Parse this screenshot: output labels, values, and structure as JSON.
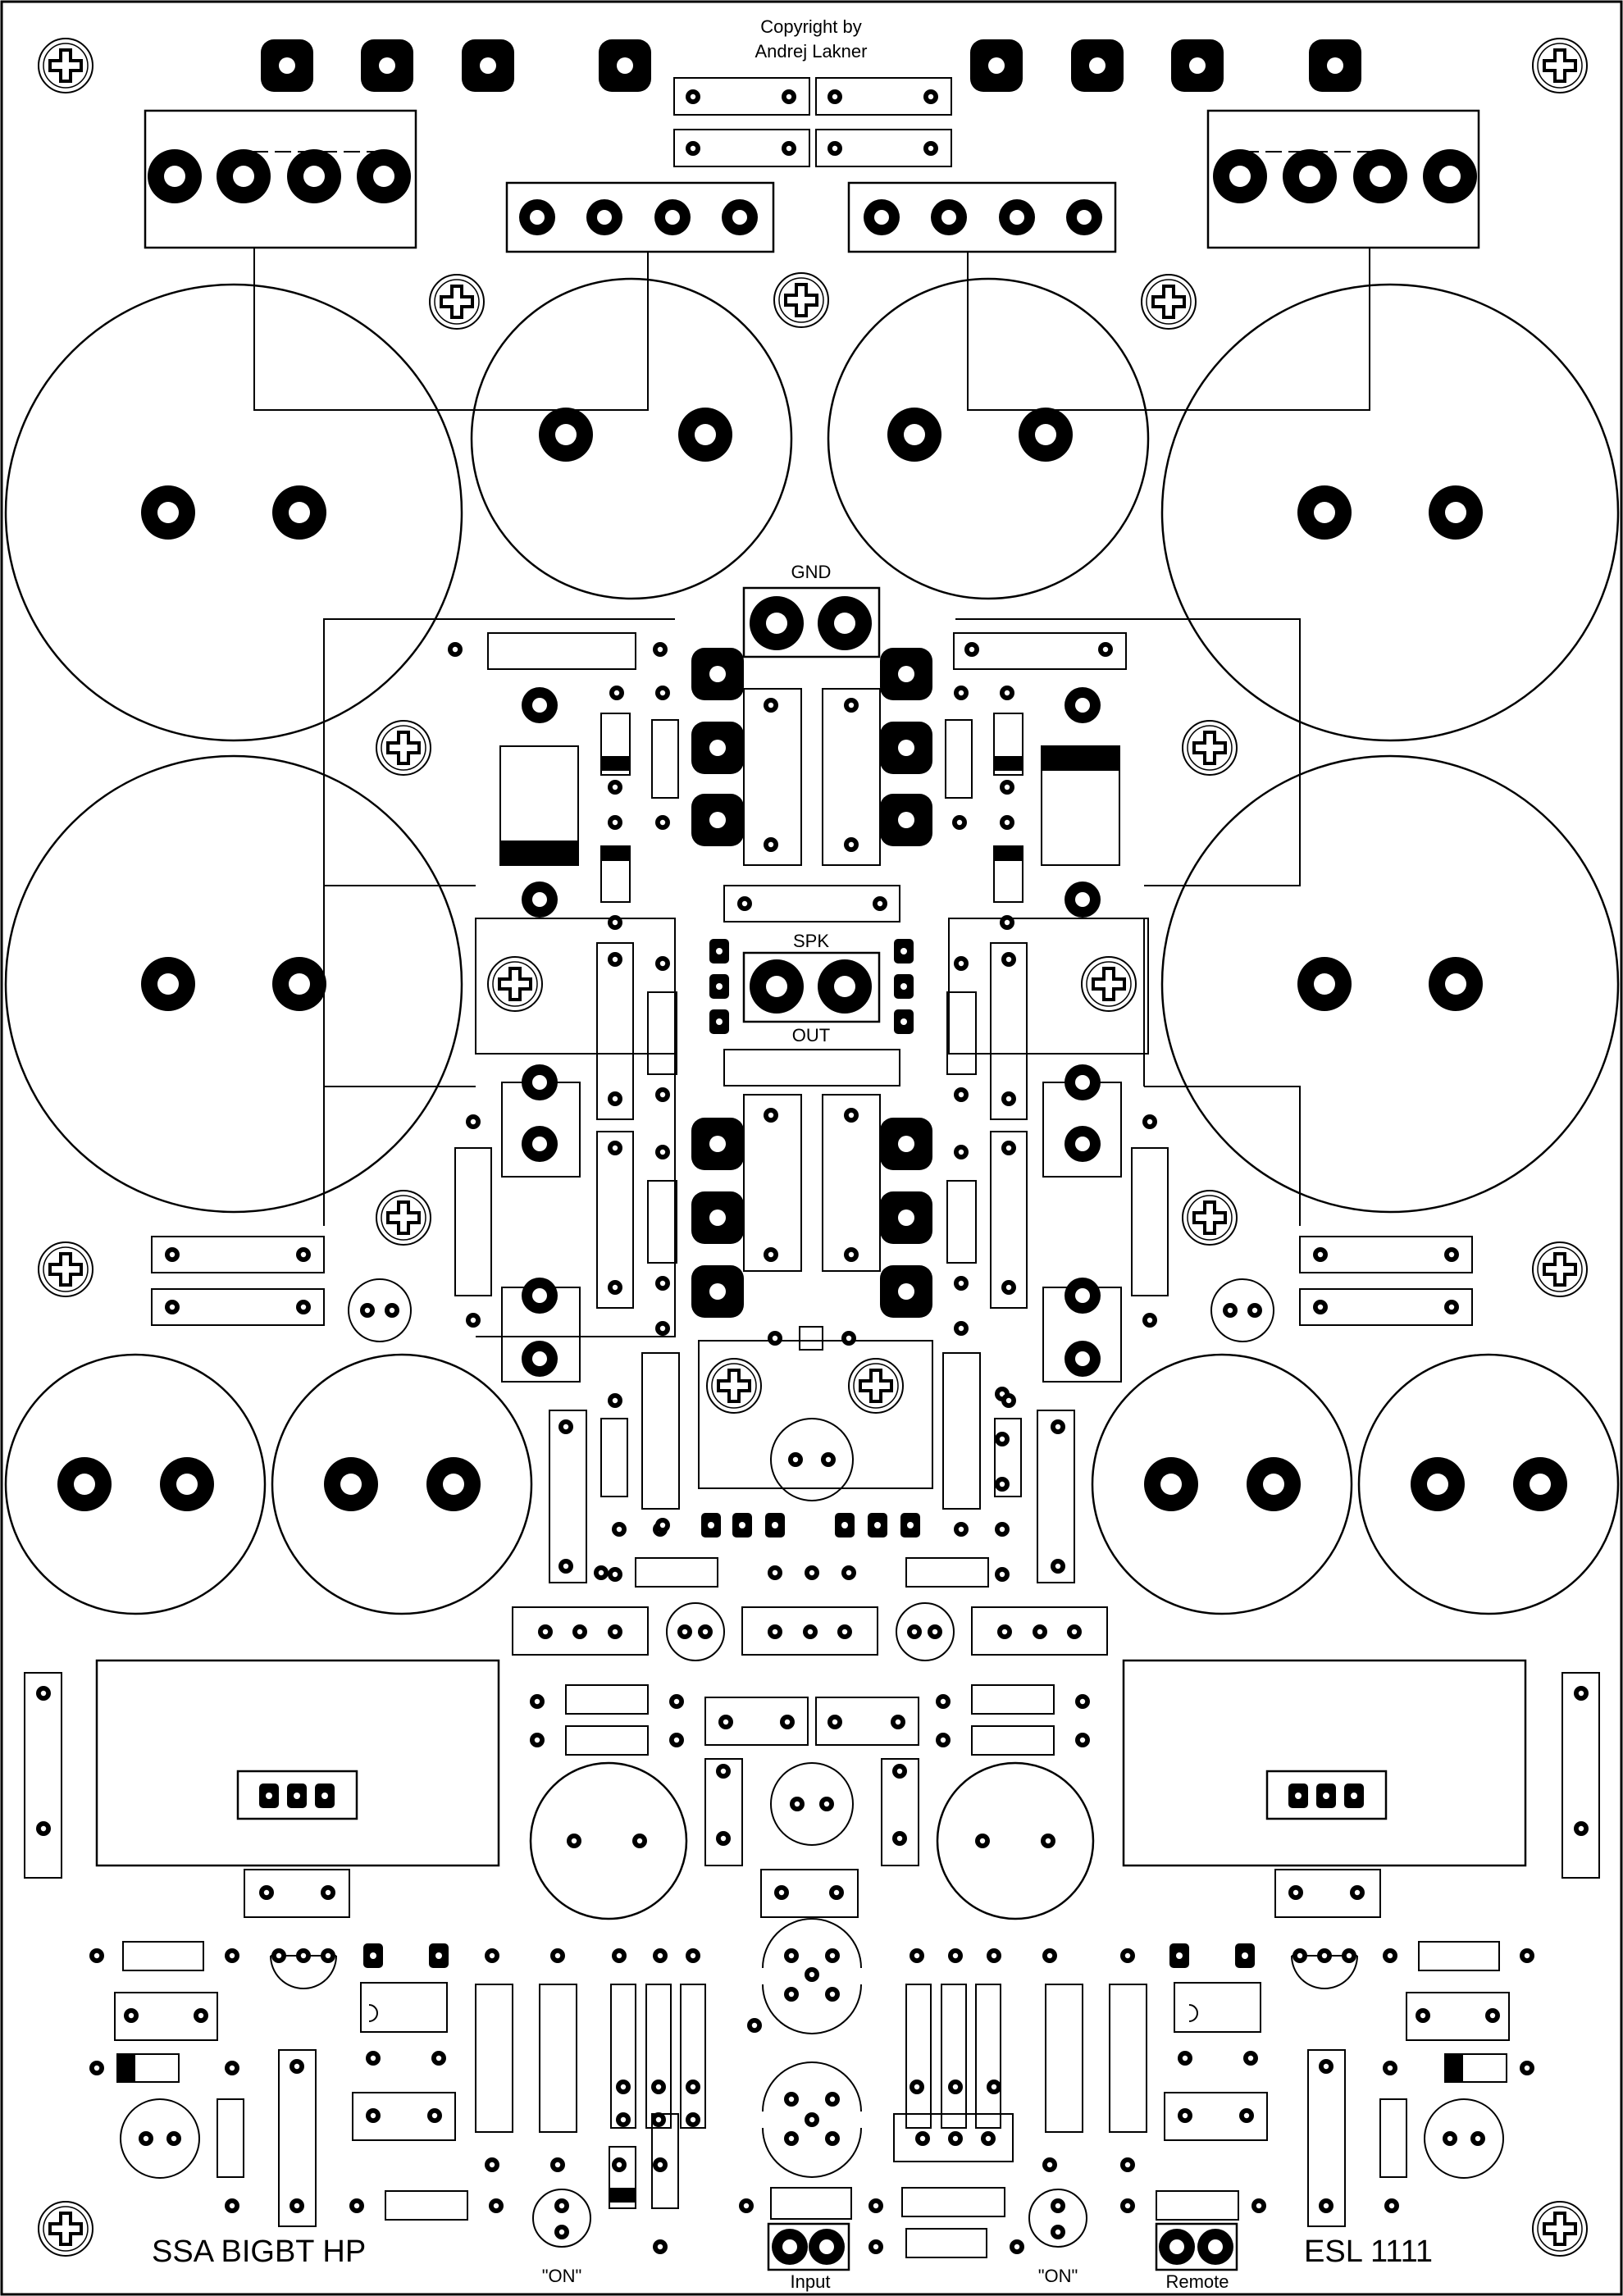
{
  "labels": {
    "copyright_line1": "Copyright by",
    "copyright_line2": "Andrej Lakner",
    "gnd": "GND",
    "spk": "SPK",
    "out": "OUT",
    "title_left": "SSA BIGBT HP",
    "title_right": "ESL 1111",
    "on_left": "\"ON\"",
    "on_right": "\"ON\"",
    "input": "Input",
    "remote": "Remote"
  },
  "colors": {
    "ink": "#000000",
    "paper": "#ffffff"
  }
}
